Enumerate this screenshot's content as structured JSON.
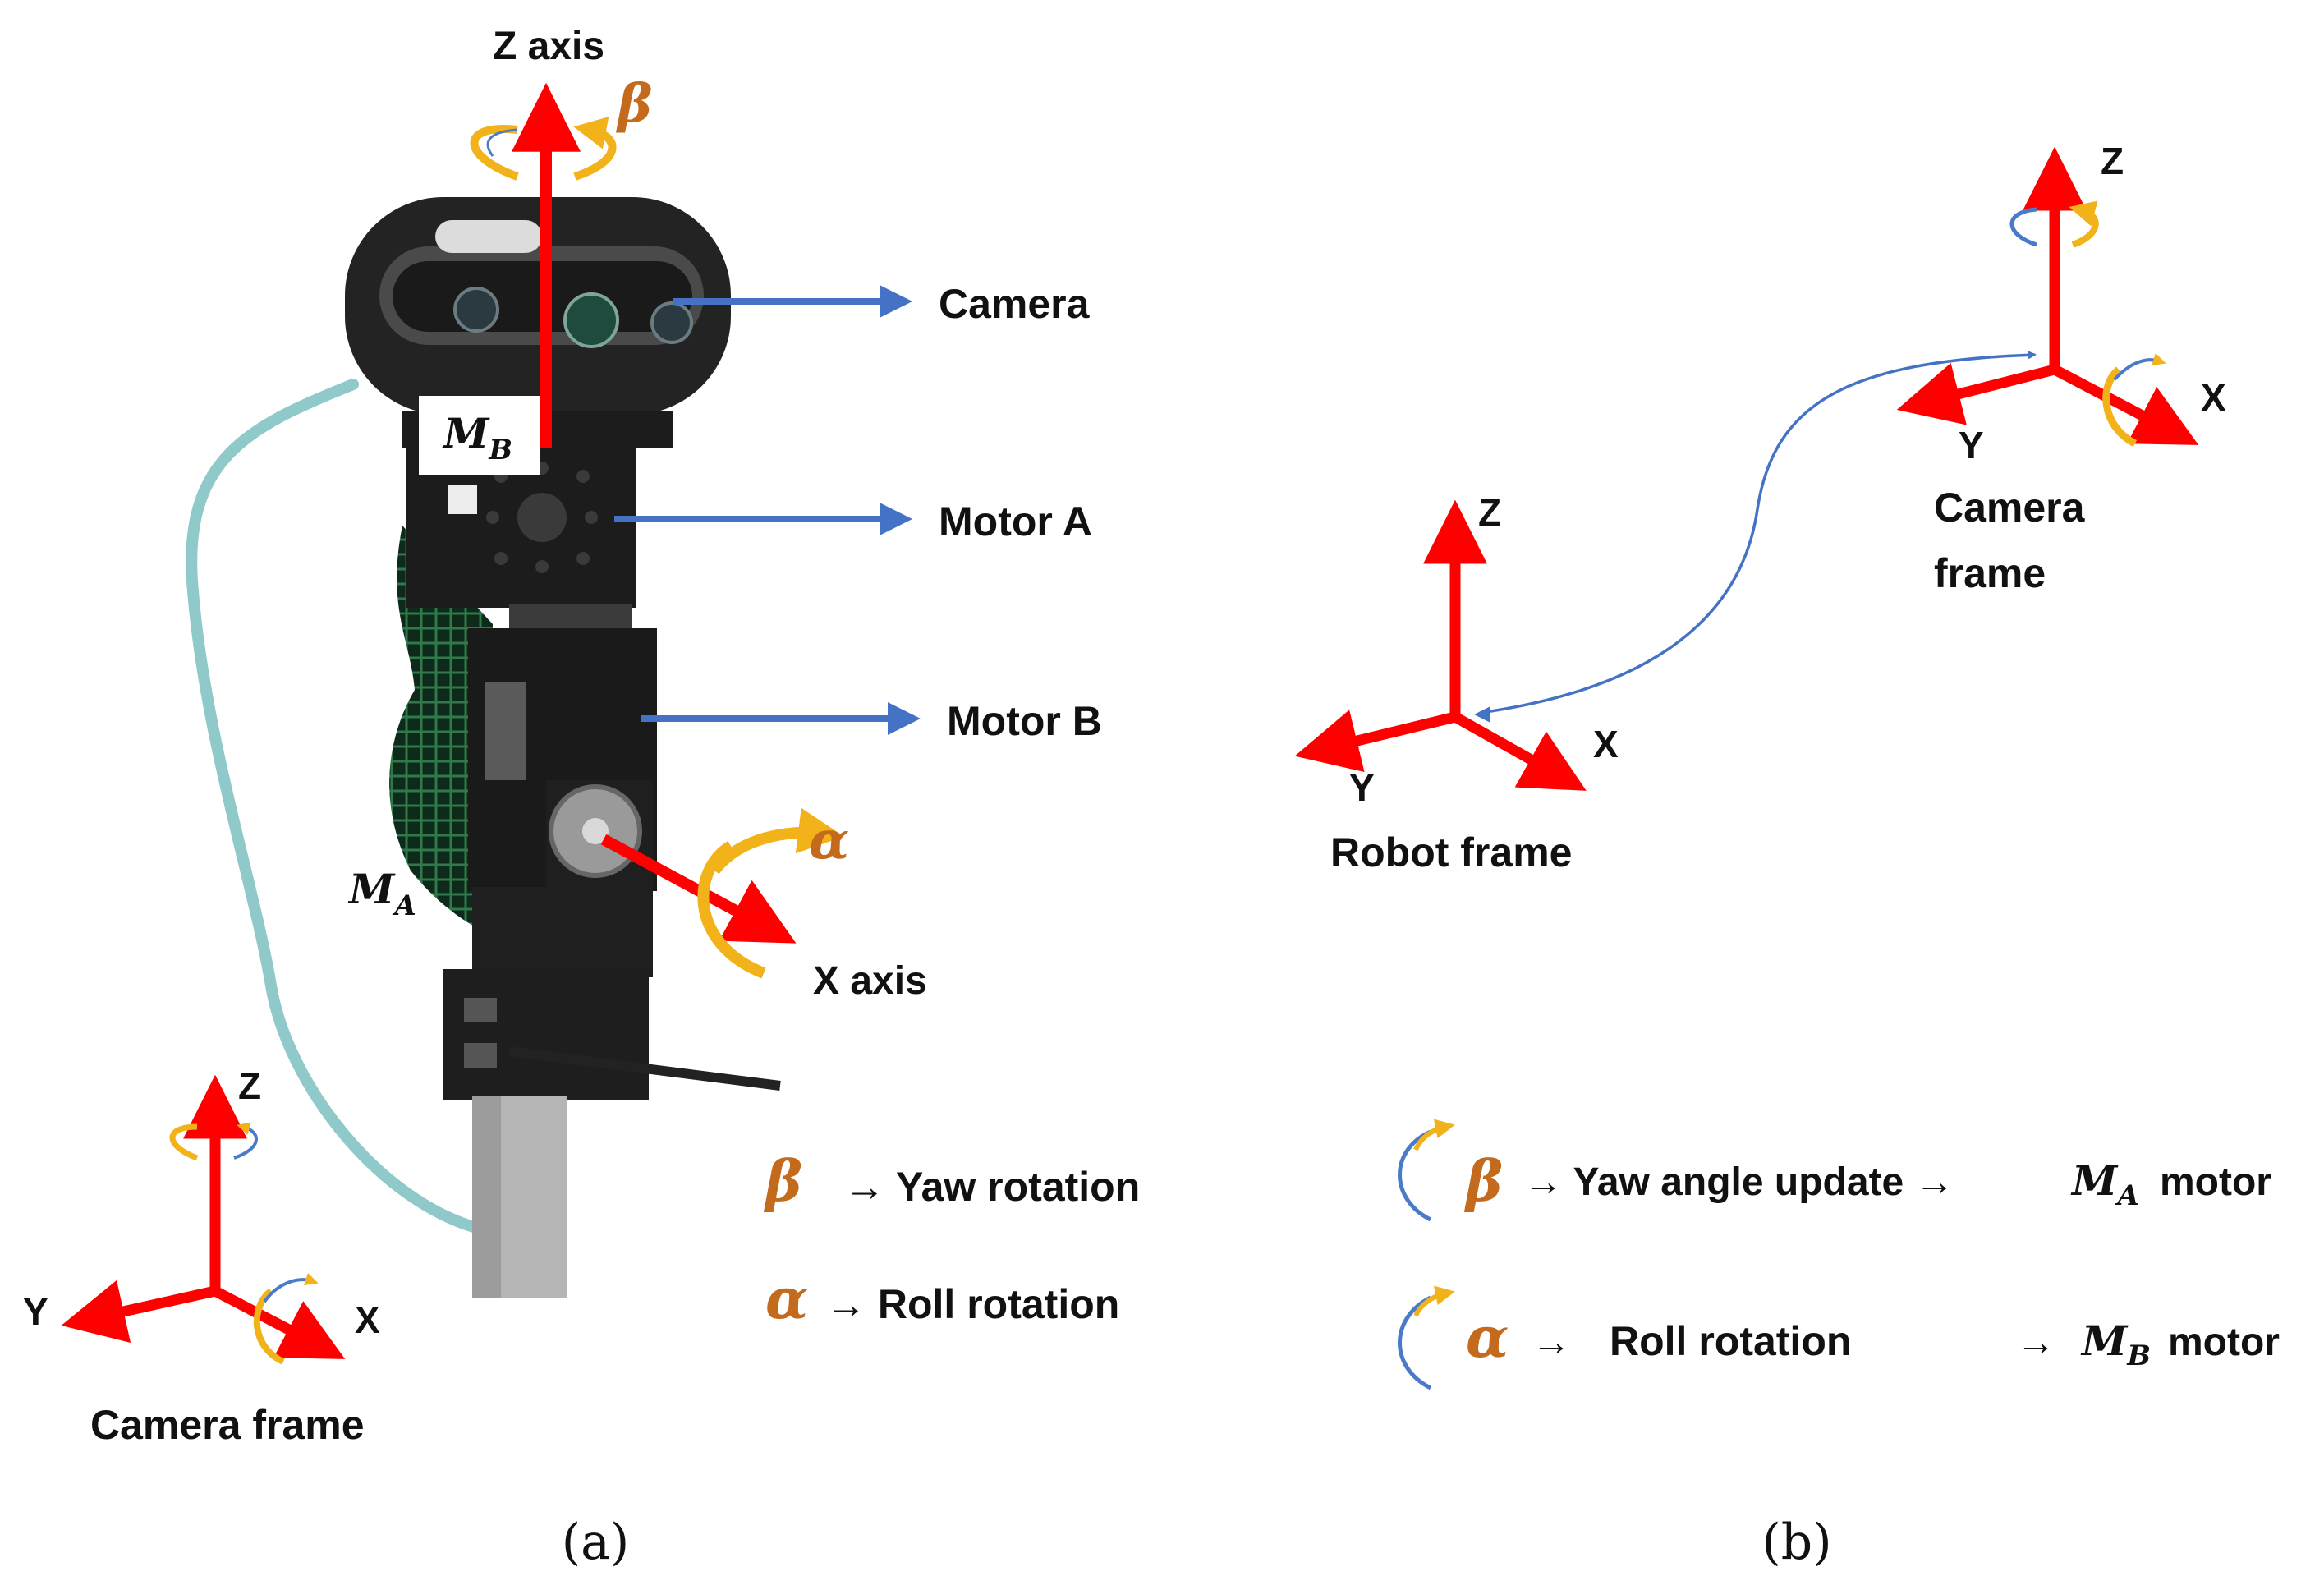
{
  "panel_a": {
    "z_axis_label": "Z axis",
    "x_axis_label": "X axis",
    "beta": "β",
    "alpha": "α",
    "camera_label": "Camera",
    "motor_a_label": "Motor A",
    "motor_b_label": "Motor B",
    "mb_label": "M",
    "mb_sub": "B",
    "ma_label": "M",
    "ma_sub": "A",
    "frame": {
      "z": "Z",
      "y": "Y",
      "x": "X",
      "title": "Camera frame"
    },
    "legend": {
      "beta_symbol": "β",
      "beta_text": "→ Yaw rotation",
      "alpha_symbol": "α",
      "alpha_text": "→ Roll rotation"
    },
    "caption": "(a)"
  },
  "panel_b": {
    "robot_frame": {
      "z": "Z",
      "y": "Y",
      "x": "X",
      "title": "Robot frame"
    },
    "camera_frame": {
      "z": "Z",
      "y": "Y",
      "x": "X",
      "title_line1": "Camera",
      "title_line2": "frame"
    },
    "legend": {
      "row1_symbol": "β",
      "row1_text": "→ Yaw angle update →",
      "row1_motor": "M",
      "row1_motor_sub": "A",
      "row1_suffix": "motor",
      "row2_symbol": "α",
      "row2_arrow": "→",
      "row2_text": "Roll rotation",
      "row2_arrow2": "→",
      "row2_motor": "M",
      "row2_motor_sub": "B",
      "row2_suffix": "motor"
    },
    "caption": "(b)"
  },
  "colors": {
    "axis_red": "#ff0000",
    "pointer_blue": "#4472c4",
    "rotation_yellow": "#f2b21a",
    "rotation_blue": "#4a7bc8",
    "greek_orange": "#c36a1c",
    "robot_body": "#1c1c1c",
    "cable_teal": "#8fc9c9"
  }
}
